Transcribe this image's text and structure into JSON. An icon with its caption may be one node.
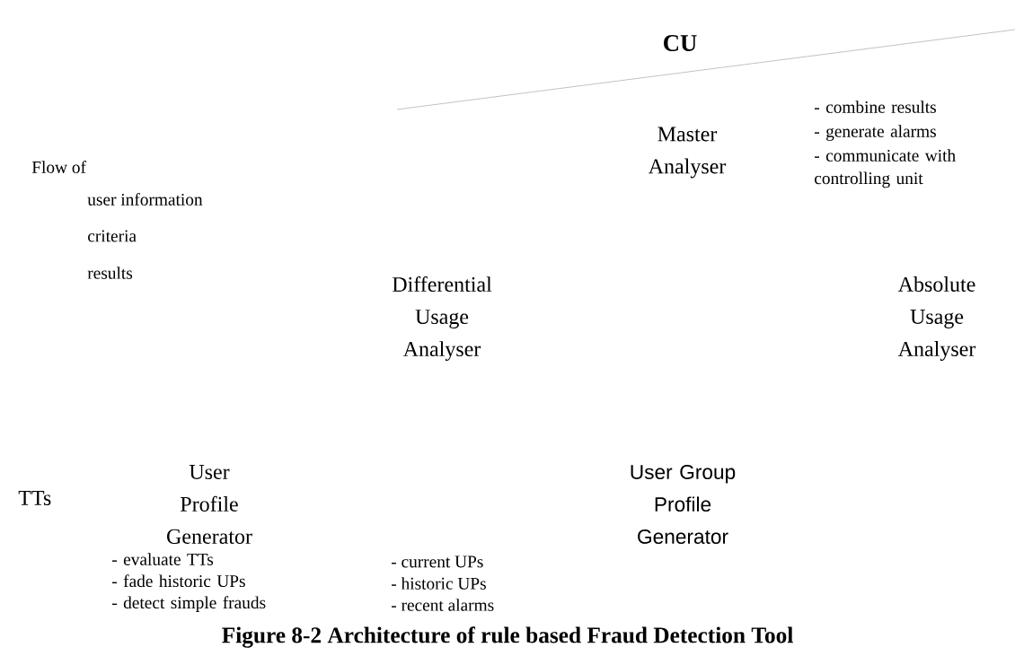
{
  "diagram": {
    "caption": "Figure 8-2    Architecture of rule based Fraud Detection Tool",
    "nodes": [
      {
        "text": [
          "CU"
        ]
      },
      {
        "text": [
          "Master Analyser"
        ],
        "beside": [
          "- combine results",
          "- generate alarms",
          "- communicate with controlling unit"
        ]
      },
      {
        "text": [
          "Differential Usage Analyser"
        ]
      },
      {
        "text": [
          "Absolute Usage Analyser"
        ]
      },
      {
        "text": [
          "User Profile Generator"
        ],
        "beside": [
          "- evaluate TTs",
          "- fade historic UPs",
          "- detect simple frauds"
        ]
      },
      {
        "text": [
          "User Group Profile Generator"
        ]
      }
    ],
    "labels": [
      "Flow of",
      "user information",
      "criteria",
      "results",
      "TTs",
      "- current UPs",
      "- historic UPs",
      "- recent alarms"
    ]
  }
}
